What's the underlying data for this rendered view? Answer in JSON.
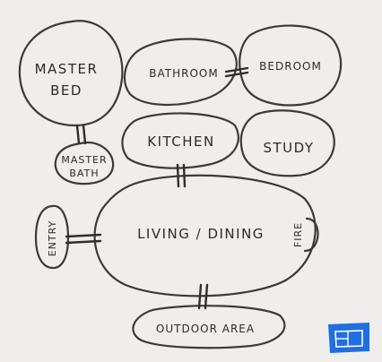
{
  "rooms": {
    "master_bed": [
      "MASTER",
      "BED"
    ],
    "bathroom": "BATHROOM",
    "bedroom": "BEDROOM",
    "master_bath": [
      "MASTER",
      "BATH"
    ],
    "kitchen": "KITCHEN",
    "study": "STUDY",
    "living_dining": "LIVING / DINING",
    "entry": "ENTRY",
    "fire": "FIRE",
    "outdoor_area": "OUTDOOR AREA"
  },
  "logo": {
    "color": "#1f6fe0"
  }
}
